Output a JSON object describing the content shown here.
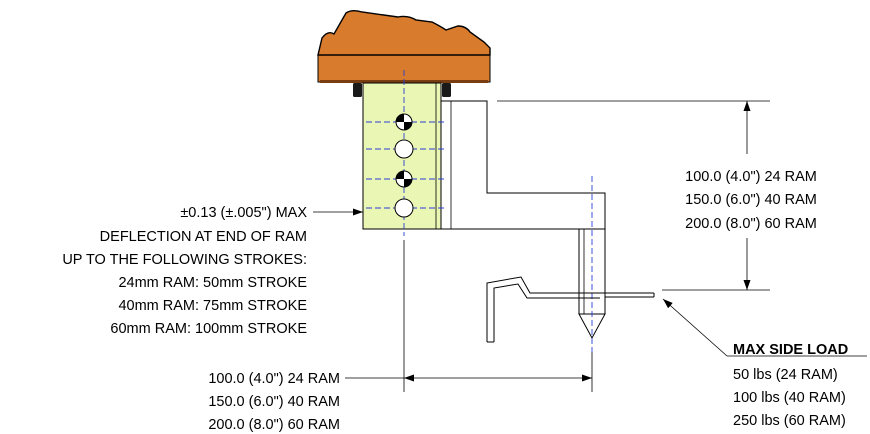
{
  "colors": {
    "gripper_body": "#d97b2d",
    "gripper_dark": "#1a1a1a",
    "plate_fill": "#eaf6b4",
    "centerline": "#2b3fd6",
    "line": "#000000"
  },
  "labels": {
    "deflection": [
      "±0.13 (±.005\") MAX",
      "DEFLECTION AT END OF RAM",
      "UP TO THE FOLLOWING STROKES:",
      "24mm RAM: 50mm STROKE",
      "40mm RAM: 75mm STROKE",
      "60mm RAM: 100mm STROKE"
    ],
    "vertical_dim": [
      "100.0 (4.0\") 24 RAM",
      "150.0 (6.0\") 40 RAM",
      "200.0 (8.0\") 60 RAM"
    ],
    "horizontal_dim": [
      "100.0 (4.0\") 24 RAM",
      "150.0 (6.0\") 40 RAM",
      "200.0 (8.0\") 60 RAM"
    ],
    "side_load_title": "MAX SIDE LOAD",
    "side_load": [
      "50 lbs (24 RAM)",
      "100 lbs (40 RAM)",
      "250 lbs (60 RAM)"
    ]
  },
  "icons": {
    "arrowhead": "arrowhead-icon",
    "mounting_hole": "mounting-hole-icon",
    "datum_marker": "datum-marker-icon"
  }
}
